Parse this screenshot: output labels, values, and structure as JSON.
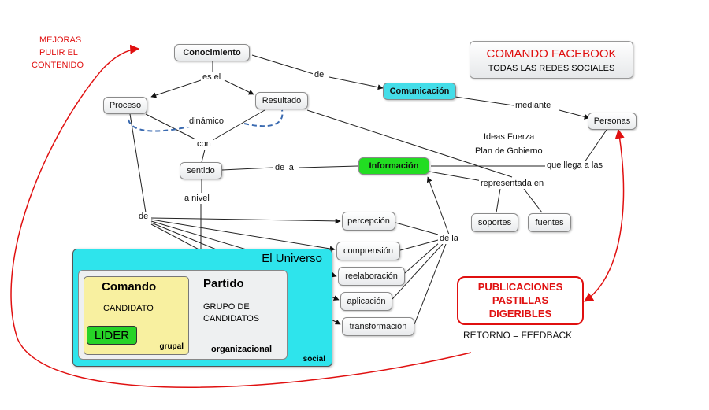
{
  "note": {
    "line1": "MEJORAS",
    "line2": "PULIR EL",
    "line3": "CONTENIDO"
  },
  "header_box": {
    "title": "COMANDO FACEBOOK",
    "subtitle": "TODAS LAS REDES SOCIALES"
  },
  "nodes": {
    "conocimiento": "Conocimiento",
    "comunicacion": "Comunicación",
    "proceso": "Proceso",
    "resultado": "Resultado",
    "personas": "Personas",
    "sentido": "sentido",
    "informacion": "Información",
    "percepcion": "percepción",
    "comprension": "comprensión",
    "reelaboracion": "reelaboración",
    "aplicacion": "aplicación",
    "transformacion": "transformación",
    "soportes": "soportes",
    "fuentes": "fuentes"
  },
  "links": {
    "es_el": "es el",
    "del": "del",
    "mediante": "mediante",
    "dinamico": "dinámico",
    "con": "con",
    "de_la_1": "de la",
    "que_llega": "que llega a las",
    "representada": "representada en",
    "a_nivel": "a nivel",
    "de": "de",
    "de_la_2": "de la"
  },
  "extra_text": {
    "ideas": "Ideas Fuerza",
    "plan": "Plan de Gobierno"
  },
  "universe": {
    "title": "El Universo",
    "social": "social",
    "partido": "Partido",
    "grupo_line1": "GRUPO DE",
    "grupo_line2": "CANDIDATOS",
    "organizacional": "organizacional",
    "comando": "Comando",
    "candidato": "CANDIDATO",
    "lider": "LIDER",
    "grupal": "grupal"
  },
  "publicaciones": {
    "line1": "PUBLICACIONES",
    "line2": "PASTILLAS",
    "line3": "DIGERIBLES"
  },
  "retorno": "RETORNO = FEEDBACK",
  "colors": {
    "comunicacion": "#44dde8",
    "informacion": "#22dd22",
    "universe": "#2ee4ec",
    "comando": "#f8f0a0",
    "lider": "#27d327",
    "red": "#e01010",
    "dash": "#3a6ab0"
  }
}
